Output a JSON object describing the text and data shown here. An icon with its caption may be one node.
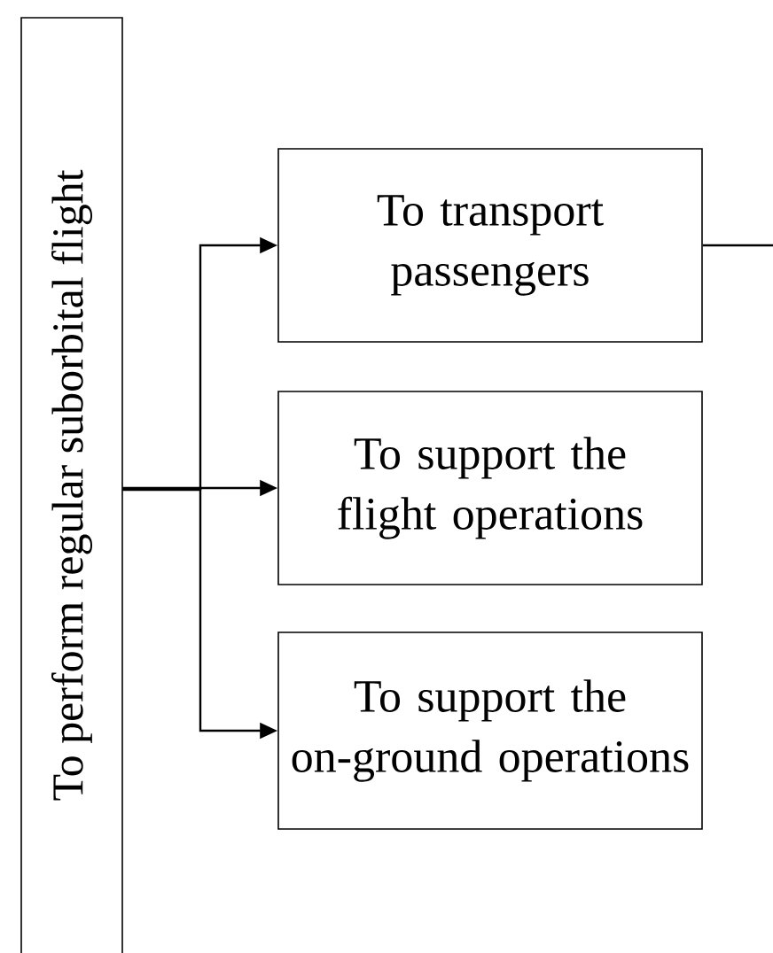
{
  "diagram": {
    "nodes": [
      {
        "text": [
          "To perform regular suborbital flight"
        ]
      },
      {
        "text": [
          "To transport passengers"
        ]
      },
      {
        "text": [
          "To support the flight operations"
        ]
      },
      {
        "text": [
          "To support the on-ground operations"
        ]
      }
    ],
    "edges": [
      {
        "from": 0,
        "to": 1,
        "arrow": "to"
      },
      {
        "from": 0,
        "to": 2,
        "arrow": "to"
      },
      {
        "from": 0,
        "to": 3,
        "arrow": "to"
      },
      {
        "from": 1,
        "to": null,
        "arrow": "none"
      }
    ]
  }
}
